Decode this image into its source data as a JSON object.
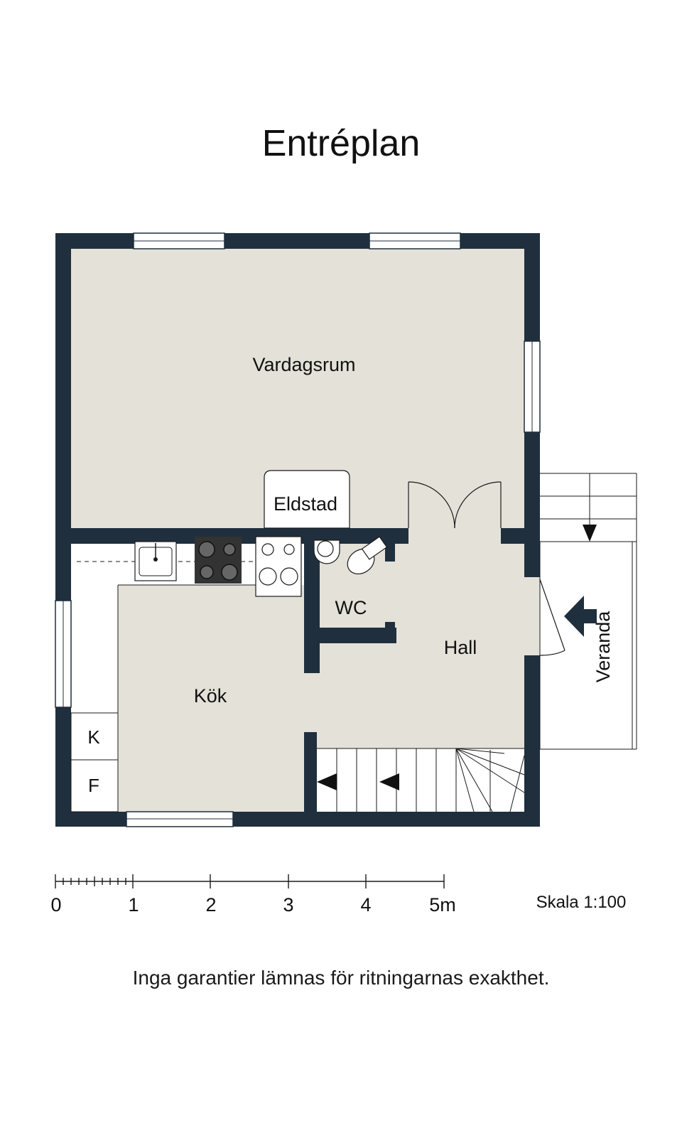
{
  "title": "Entréplan",
  "rooms": {
    "vardagsrum": "Vardagsrum",
    "eldstad": "Eldstad",
    "wc": "WC",
    "hall": "Hall",
    "kok": "Kök",
    "veranda": "Veranda",
    "k": "K",
    "f": "F"
  },
  "scale": {
    "ticks": [
      "0",
      "1",
      "2",
      "3",
      "4",
      "5m"
    ],
    "label": "Skala 1:100"
  },
  "disclaimer": "Inga garantier lämnas för ritningarnas exakthet.",
  "colors": {
    "wall": "#1f2f3d",
    "floor": "#e4e1d8",
    "white": "#ffffff",
    "line": "#1a1a1a"
  }
}
